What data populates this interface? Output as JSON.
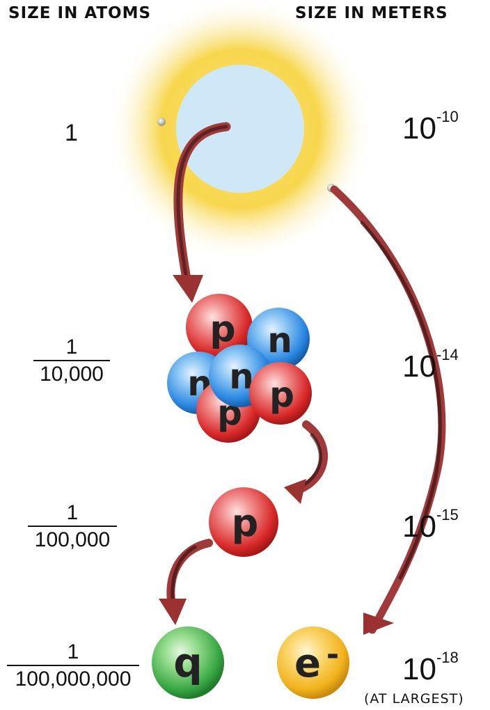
{
  "headers": {
    "atoms": "SIZE IN ATOMS",
    "meters": "SIZE IN METERS"
  },
  "rows": [
    {
      "atoms_plain": "1",
      "meters_base": "10",
      "meters_exp": "-10"
    },
    {
      "atoms_num": "1",
      "atoms_den": "10,000",
      "meters_base": "10",
      "meters_exp": "-14"
    },
    {
      "atoms_num": "1",
      "atoms_den": "100,000",
      "meters_base": "10",
      "meters_exp": "-15"
    },
    {
      "atoms_num": "1",
      "atoms_den": "100,000,000",
      "meters_base": "10",
      "meters_exp": "-18",
      "meters_note": "(AT LARGEST)"
    }
  ],
  "particles": {
    "proton": "p",
    "neutron": "n",
    "quark": "q",
    "electron": "e",
    "electron_charge": "-"
  },
  "colors": {
    "glow": "#f7d23a",
    "atom_core": "#cfe8f8",
    "proton": "#e03a3a",
    "neutron": "#2f8fe0",
    "quark": "#3db04a",
    "electron": "#f2b21c",
    "arrow": "#a03a3a"
  }
}
